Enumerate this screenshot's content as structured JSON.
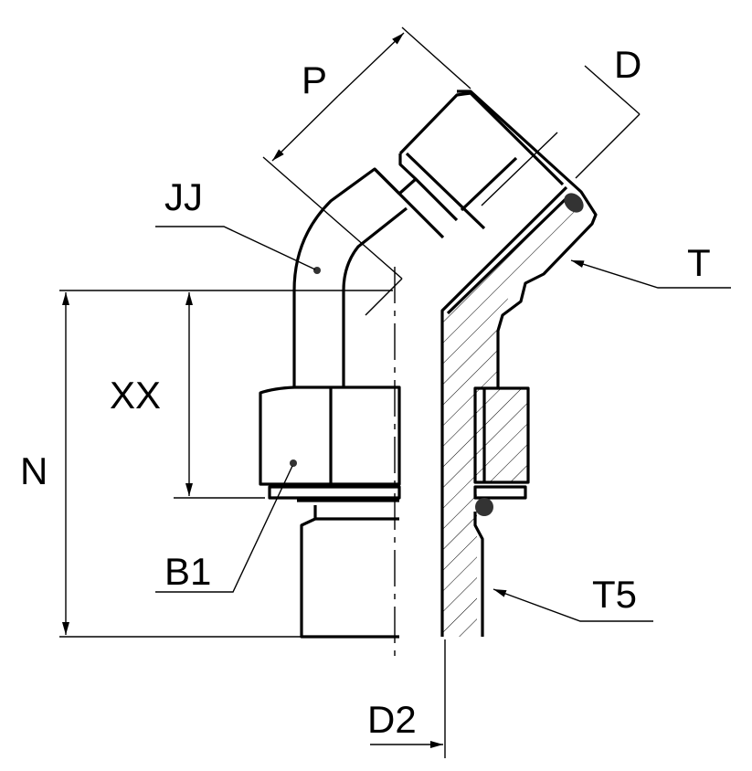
{
  "drawing": {
    "title": "45° elbow fitting dimension drawing",
    "labels": {
      "P": "P",
      "D": "D",
      "JJ": "JJ",
      "T": "T",
      "XX": "XX",
      "N": "N",
      "B1": "B1",
      "T5": "T5",
      "D2": "D2"
    },
    "colors": {
      "line": "#000000",
      "background": "#ffffff"
    }
  }
}
